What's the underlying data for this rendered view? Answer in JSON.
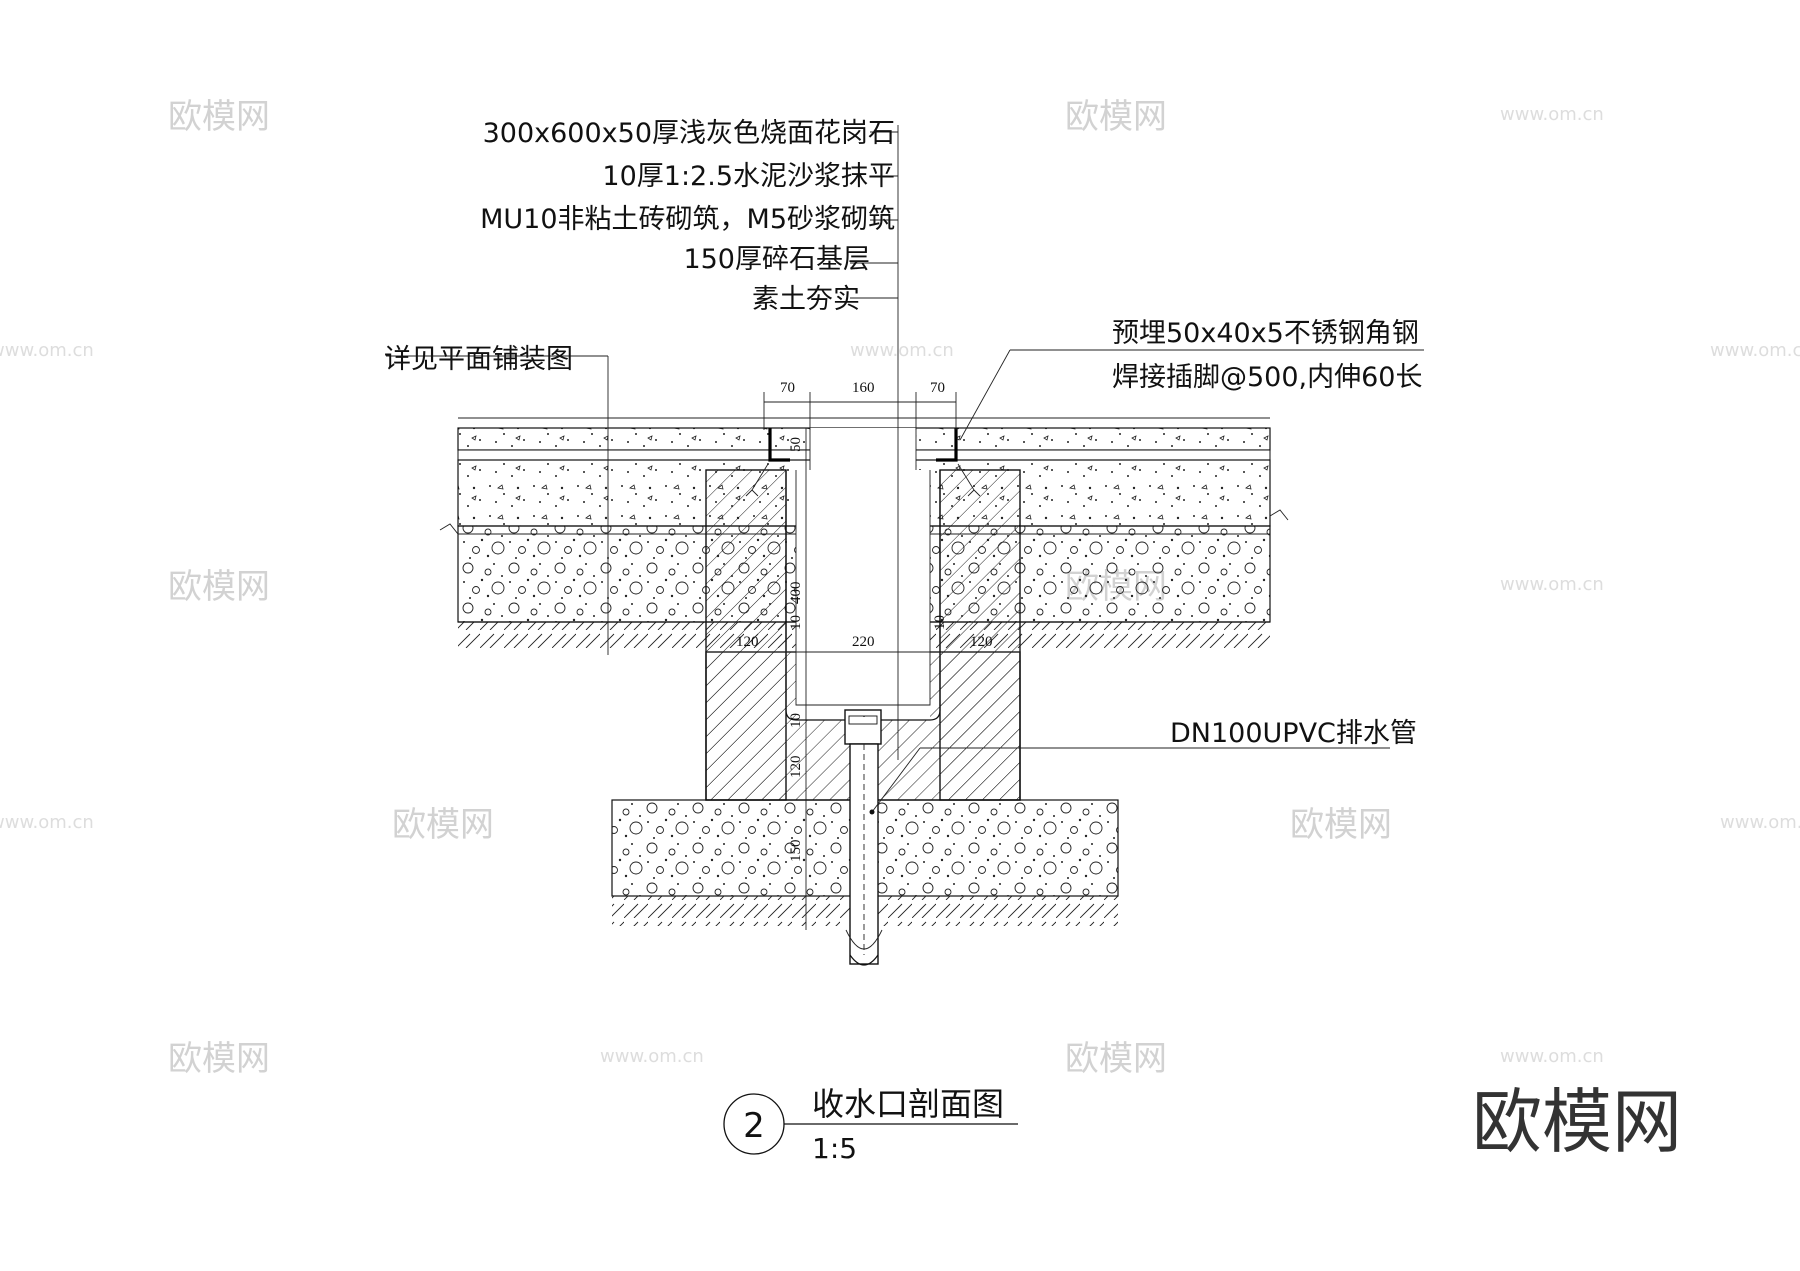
{
  "labels": {
    "granite": "300x600x50厚浅灰色烧面花岗石",
    "mortar": "10厚1:2.5水泥沙浆抹平",
    "brick": "MU10非粘土砖砌筑，M5砂浆砌筑",
    "gravel": "150厚碎石基层",
    "soil": "素土夯实",
    "plan_ref": "详见平面铺装图",
    "angle_line1": "预埋50x40x5不锈钢角钢",
    "angle_line2": "焊接插脚@500,内伸60长",
    "pipe": "DN100UPVC排水管"
  },
  "dimensions": {
    "top_left": "70",
    "top_mid": "160",
    "top_right": "70",
    "angle_height": "50",
    "inner_height": "400",
    "wall_left": "120",
    "gap_left": "10",
    "inner_width": "220",
    "gap_right": "10",
    "wall_right": "120",
    "bottom_gap": "10",
    "base_wall": "120",
    "base_slab": "150"
  },
  "title": {
    "number": "2",
    "name": "收水口剖面图",
    "scale": "1:5"
  },
  "watermark": {
    "logo_text": "欧模网",
    "url": "www.om.cn"
  },
  "brand": "欧模网"
}
